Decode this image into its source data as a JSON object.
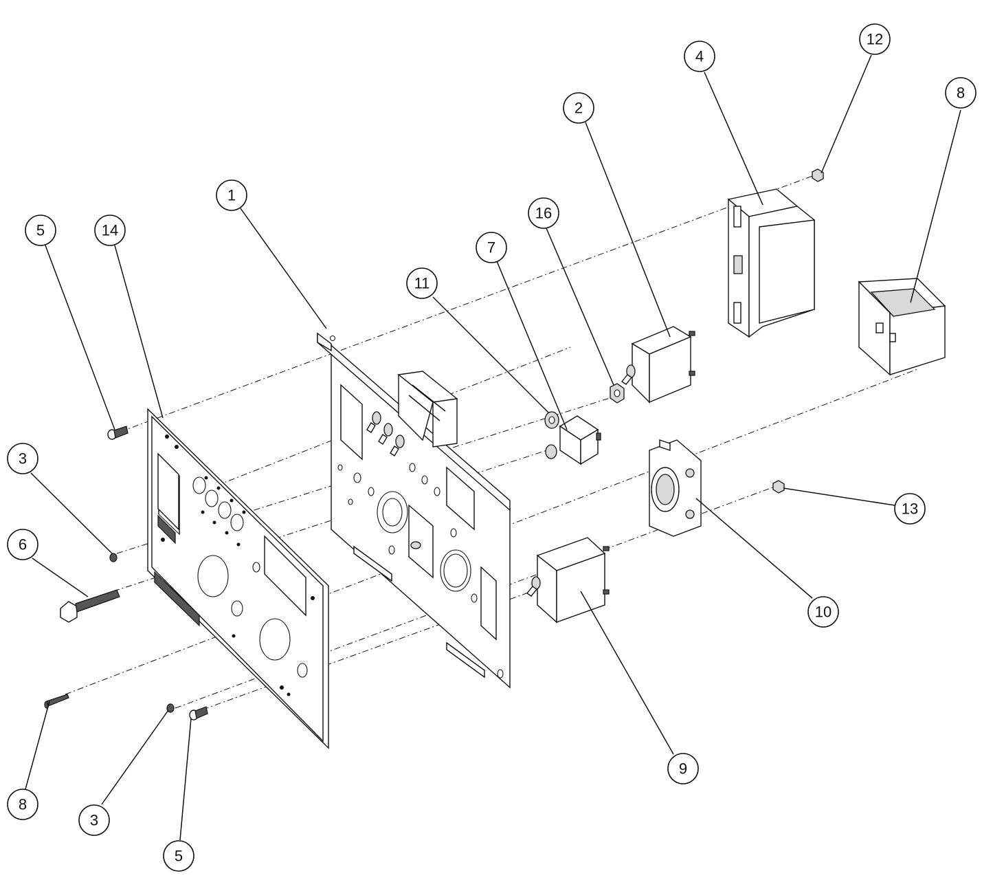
{
  "diagram": {
    "balloons": [
      {
        "id": "b1",
        "label": "1"
      },
      {
        "id": "b2",
        "label": "2"
      },
      {
        "id": "b3a",
        "label": "3"
      },
      {
        "id": "b3b",
        "label": "3"
      },
      {
        "id": "b4",
        "label": "4"
      },
      {
        "id": "b5a",
        "label": "5"
      },
      {
        "id": "b5b",
        "label": "5"
      },
      {
        "id": "b6",
        "label": "6"
      },
      {
        "id": "b7",
        "label": "7"
      },
      {
        "id": "b8a",
        "label": "8"
      },
      {
        "id": "b8b",
        "label": "8"
      },
      {
        "id": "b9",
        "label": "9"
      },
      {
        "id": "b10",
        "label": "10"
      },
      {
        "id": "b11",
        "label": "11"
      },
      {
        "id": "b12",
        "label": "12"
      },
      {
        "id": "b13",
        "label": "13"
      },
      {
        "id": "b14",
        "label": "14"
      },
      {
        "id": "b16",
        "label": "16"
      }
    ],
    "colors": {
      "line": "#111111",
      "background": "#ffffff",
      "shade": "#d9d9d9"
    }
  }
}
